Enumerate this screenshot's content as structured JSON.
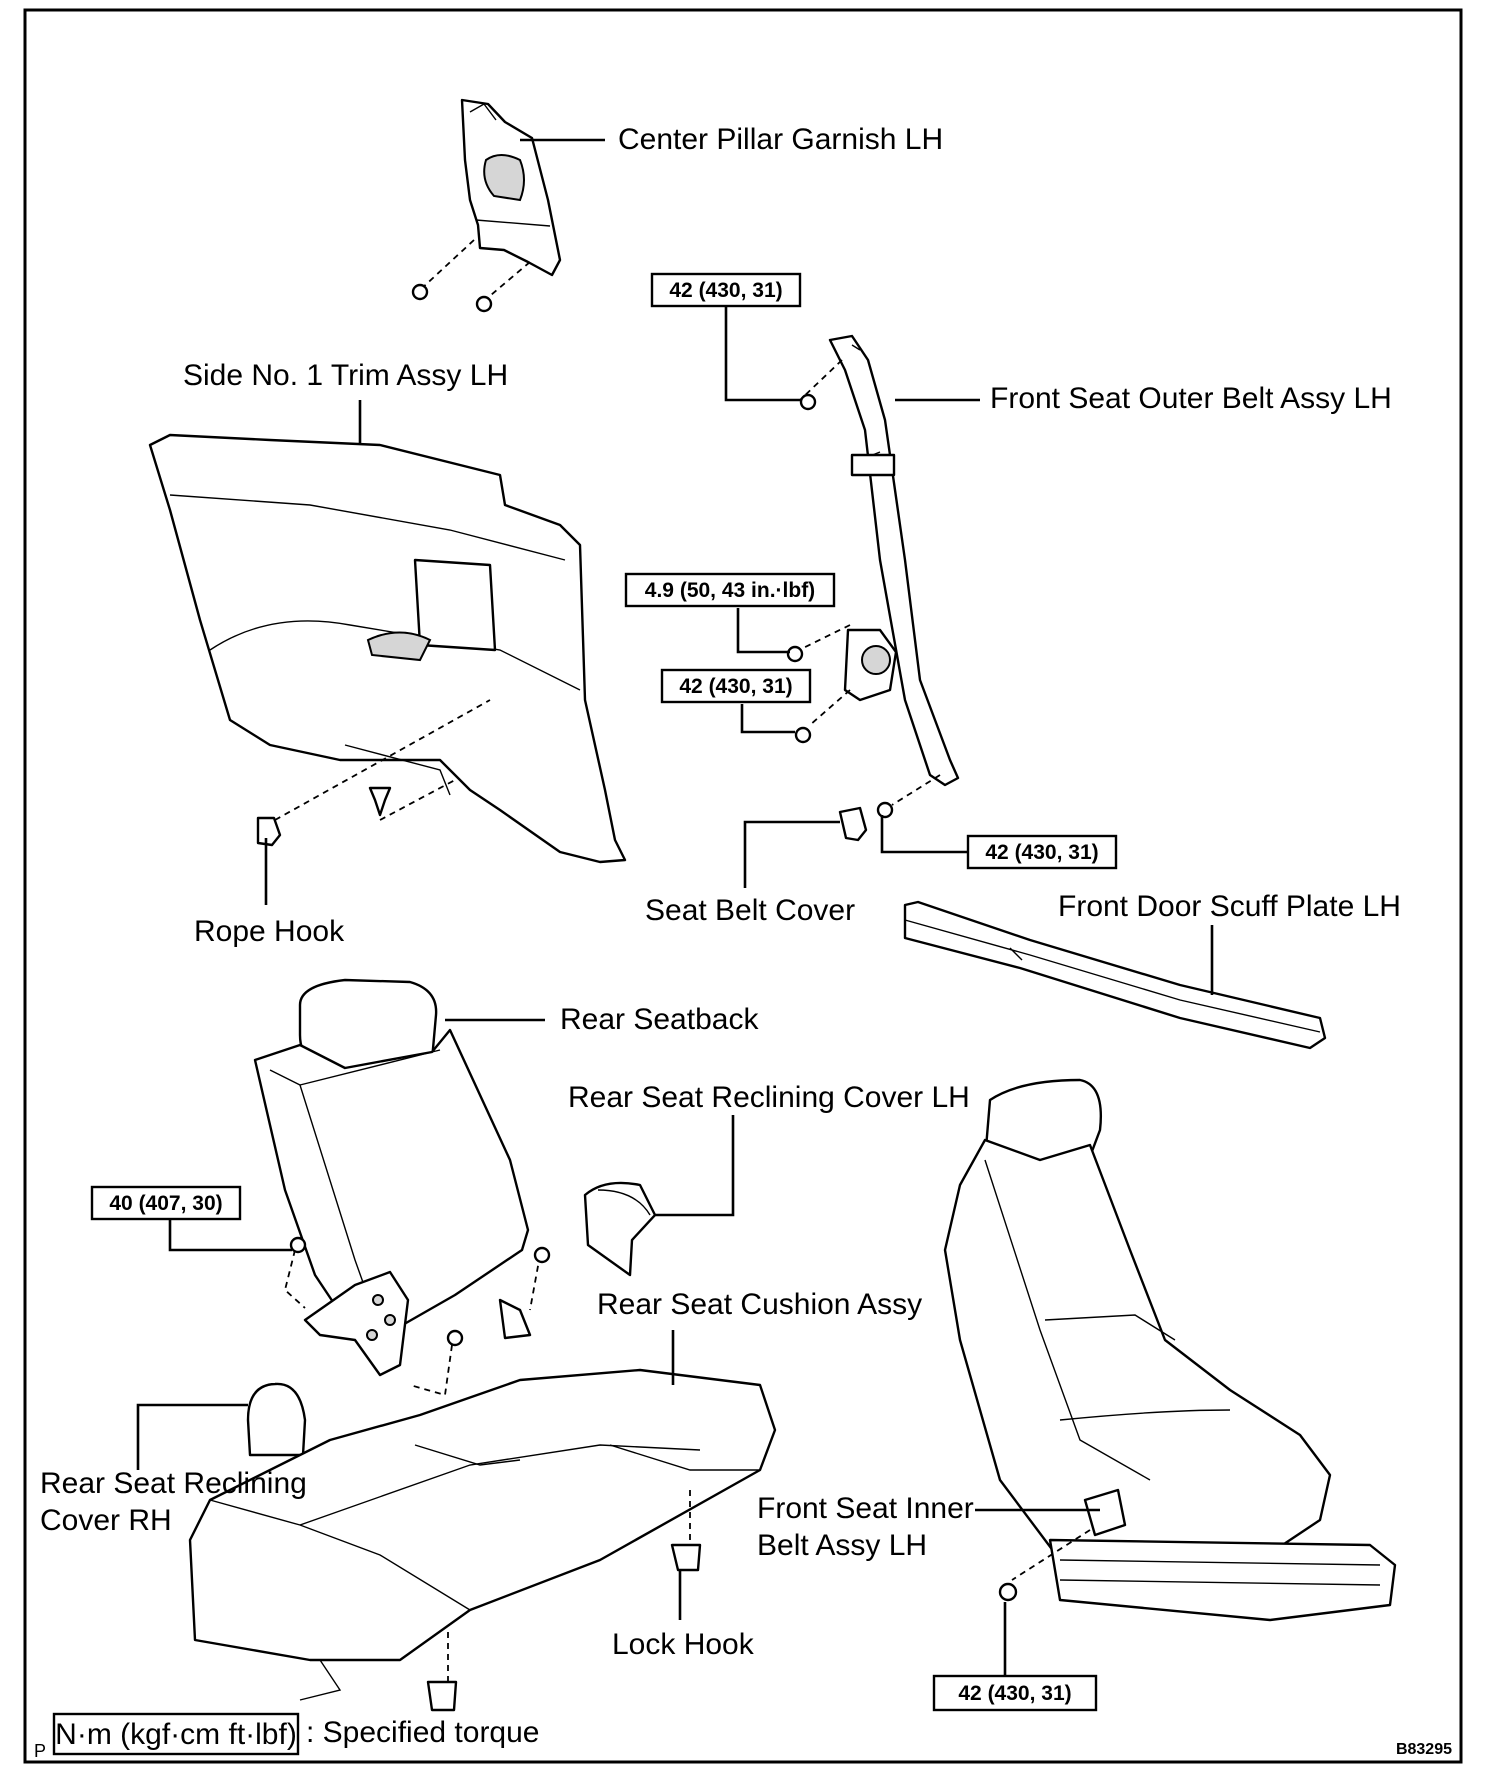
{
  "labels": {
    "center_pillar": "Center Pillar Garnish LH",
    "outer_belt": "Front Seat Outer Belt Assy LH",
    "side_trim": "Side No. 1 Trim Assy LH",
    "rope_hook": "Rope Hook",
    "seat_belt_cover": "Seat Belt Cover",
    "scuff_plate": "Front Door Scuff Plate LH",
    "rear_seatback": "Rear Seatback",
    "reclining_cover_lh": "Rear Seat Reclining Cover LH",
    "cushion": "Rear Seat Cushion Assy",
    "reclining_cover_rh_1": "Rear Seat Reclining",
    "reclining_cover_rh_2": "Cover RH",
    "inner_belt_1": "Front Seat Inner",
    "inner_belt_2": "Belt Assy LH",
    "lock_hook": "Lock Hook"
  },
  "torques": {
    "t1": "42 (430, 31)",
    "t2": "4.9 (50, 43 in.·lbf)",
    "t3": "42 (430, 31)",
    "t4": "42 (430, 31)",
    "t5": "40 (407, 30)",
    "t6": "42 (430, 31)"
  },
  "legend": {
    "unit_box": "N·m (kgf·cm ft·lbf)",
    "description": ": Specified torque",
    "page_marker": "P",
    "figure_code": "B83295"
  }
}
